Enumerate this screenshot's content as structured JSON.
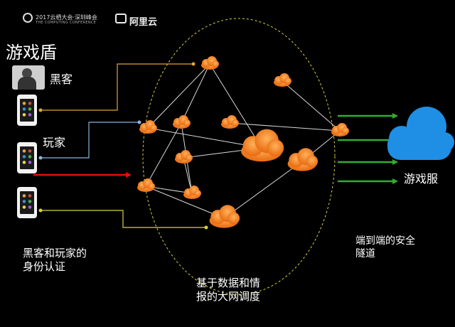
{
  "header": {
    "conference_title": "2017云栖大会·深圳峰会",
    "conference_subtitle": "THE COMPUTING CONFERENCE",
    "brand": "阿里云"
  },
  "title": "游戏盾",
  "labels": {
    "hacker": "黑客",
    "player": "玩家",
    "auth": [
      "黑客和玩家的",
      "身份认证"
    ],
    "schedule": [
      "基于数据和情",
      "报的大网调度"
    ],
    "tunnel": [
      "端到端的安全",
      "隧道"
    ],
    "game_server": "游戏服"
  },
  "colors": {
    "background": "#000000",
    "cloud_node": "#f07a1e",
    "cloud_server": "#1f8fe5",
    "ellipse": "#d9d23a",
    "line_hacker": "#e0a33a",
    "line_player": "#8ab4e0",
    "line_attack": "#e01010",
    "line_third": "#d9d23a",
    "arrow_tunnel": "#2fae2f",
    "mesh": "#d8d8d8"
  }
}
